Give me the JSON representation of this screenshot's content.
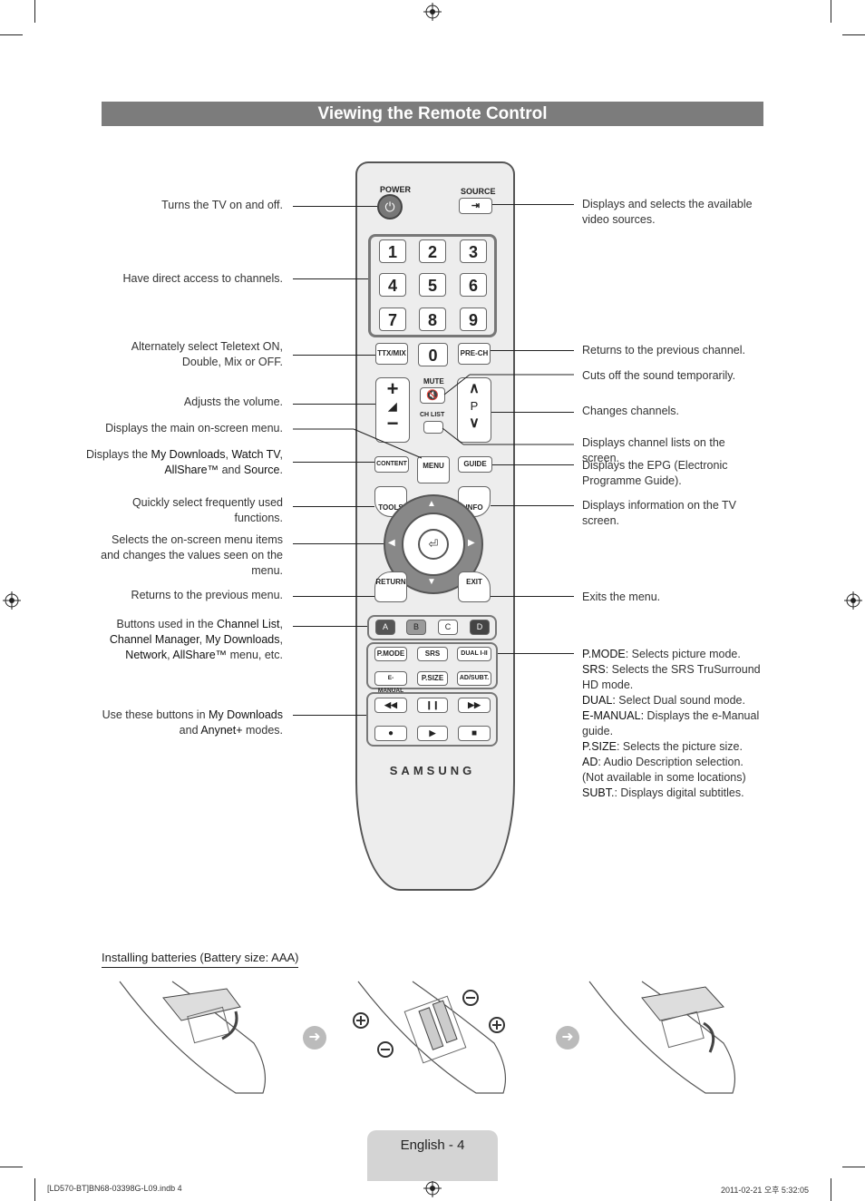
{
  "title": "Viewing the Remote Control",
  "remote": {
    "power": "POWER",
    "source": "SOURCE",
    "digits": [
      "1",
      "2",
      "3",
      "4",
      "5",
      "6",
      "7",
      "8",
      "9"
    ],
    "zero": "0",
    "ttx": "TTX/MIX",
    "prech": "PRE-CH",
    "mute": "MUTE",
    "chlist": "CH LIST",
    "p": "P",
    "menu": "MENU",
    "content": "CONTENT",
    "guide": "GUIDE",
    "tools": "TOOLS",
    "info": "INFO",
    "return": "RETURN",
    "exit": "EXIT",
    "colors": [
      "A",
      "B",
      "C",
      "D"
    ],
    "pmode": "P.MODE",
    "srs": "SRS",
    "dual": "DUAL I-II",
    "emanual": "E-MANUAL",
    "psize": "P.SIZE",
    "adsubt": "AD/SUBT.",
    "brand": "SAMSUNG"
  },
  "left_labels": {
    "power": "Turns the TV on and off.",
    "channels": "Have direct access to channels.",
    "teletext": "Alternately select Teletext ON, Double, Mix or OFF.",
    "volume": "Adjusts the volume.",
    "menu": "Displays the main on-screen menu.",
    "content": [
      "Displays the ",
      "My Downloads",
      ", ",
      "Watch TV",
      ", ",
      "AllShare™",
      " and ",
      "Source",
      "."
    ],
    "tools": "Quickly select frequently used functions.",
    "arrows": "Selects the on-screen menu items and changes the values seen on the menu.",
    "return": "Returns to the previous menu.",
    "colors": [
      "Buttons used in the ",
      "Channel List",
      ", ",
      "Channel Manager",
      ", ",
      "My Downloads",
      ", ",
      "Network",
      ", ",
      "AllShare™",
      " menu, etc."
    ],
    "playback": [
      "Use these buttons in ",
      "My Downloads",
      " and ",
      "Anynet+",
      " modes."
    ]
  },
  "right_labels": {
    "source": "Displays and selects the available video sources.",
    "prech": "Returns to the previous channel.",
    "mute": "Cuts off the sound temporarily.",
    "channel": "Changes channels.",
    "chlist": "Displays channel lists on the screen.",
    "guide": "Displays the EPG (Electronic Programme Guide).",
    "info": "Displays information on the TV screen.",
    "exit": "Exits the menu.",
    "functions": [
      {
        "key": "P.MODE",
        "text": ": Selects picture mode."
      },
      {
        "key": "SRS",
        "text": ": Selects the SRS TruSurround HD mode."
      },
      {
        "key": "DUAL:",
        "text": " Select Dual sound mode."
      },
      {
        "key": "E-MANUAL:",
        "text": " Displays the e-Manual guide."
      },
      {
        "key": "P.SIZE",
        "text": ": Selects the picture size."
      },
      {
        "key": "AD",
        "text": ": Audio Description selection. (Not available in some locations)"
      },
      {
        "key": "SUBT.",
        "text": ": Displays digital subtitles."
      }
    ]
  },
  "batteries_title": "Installing batteries (Battery size: AAA)",
  "page_label": "English - 4",
  "footer_left": "[LD570-BT]BN68-03398G-L09.indb   4",
  "footer_right": "2011-02-21   오후 5:32:05",
  "colors": {
    "title_bg": "#7c7c7c",
    "accent_a": "#555555",
    "accent_b": "#9a9a9a",
    "page_tab": "#d4d4d4"
  }
}
